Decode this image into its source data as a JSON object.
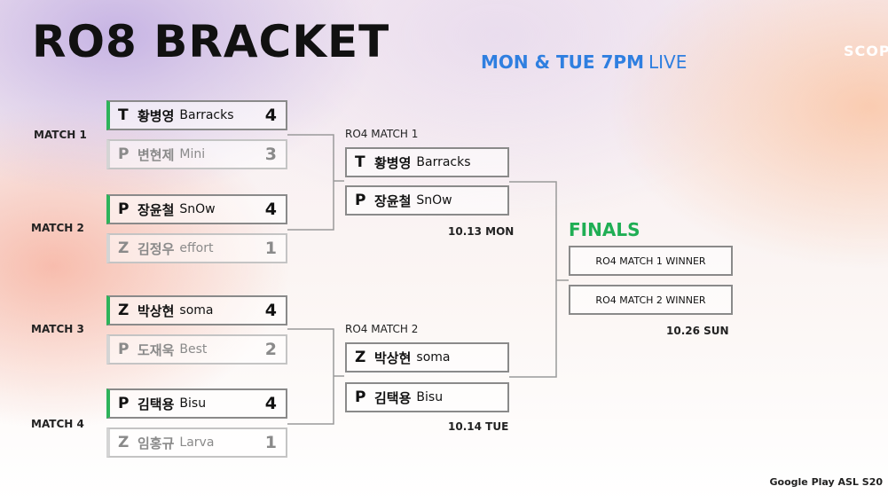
{
  "header": {
    "title": "RO8 BRACKET",
    "schedule": "MON & TUE 7PM",
    "live": "LIVE",
    "brand": "SCOP"
  },
  "ro8": [
    {
      "label": "MATCH 1",
      "players": [
        {
          "race": "T",
          "name": "황병영",
          "id": "Barracks",
          "score": "4",
          "winner": true
        },
        {
          "race": "P",
          "name": "변현제",
          "id": "Mini",
          "score": "3",
          "winner": false
        }
      ]
    },
    {
      "label": "MATCH 2",
      "players": [
        {
          "race": "P",
          "name": "장윤철",
          "id": "SnOw",
          "score": "4",
          "winner": true
        },
        {
          "race": "Z",
          "name": "김정우",
          "id": "effort",
          "score": "1",
          "winner": false
        }
      ]
    },
    {
      "label": "MATCH 3",
      "players": [
        {
          "race": "Z",
          "name": "박상현",
          "id": "soma",
          "score": "4",
          "winner": true
        },
        {
          "race": "P",
          "name": "도재욱",
          "id": "Best",
          "score": "2",
          "winner": false
        }
      ]
    },
    {
      "label": "MATCH 4",
      "players": [
        {
          "race": "P",
          "name": "김택용",
          "id": "Bisu",
          "score": "4",
          "winner": true
        },
        {
          "race": "Z",
          "name": "임홍규",
          "id": "Larva",
          "score": "1",
          "winner": false
        }
      ]
    }
  ],
  "ro4": [
    {
      "label": "RO4 MATCH 1",
      "date": "10.13 MON",
      "players": [
        {
          "race": "T",
          "name": "황병영",
          "id": "Barracks"
        },
        {
          "race": "P",
          "name": "장윤철",
          "id": "SnOw"
        }
      ]
    },
    {
      "label": "RO4 MATCH 2",
      "date": "10.14 TUE",
      "players": [
        {
          "race": "Z",
          "name": "박상현",
          "id": "soma"
        },
        {
          "race": "P",
          "name": "김택용",
          "id": "Bisu"
        }
      ]
    }
  ],
  "finals": {
    "title": "FINALS",
    "slots": [
      "RO4 MATCH 1 WINNER",
      "RO4 MATCH 2 WINNER"
    ],
    "date": "10.26 SUN"
  },
  "footer": "Google Play ASL S20",
  "colors": {
    "accent_green": "#2db35a",
    "finals_green": "#1fae54",
    "schedule_blue": "#2f7fe0"
  }
}
